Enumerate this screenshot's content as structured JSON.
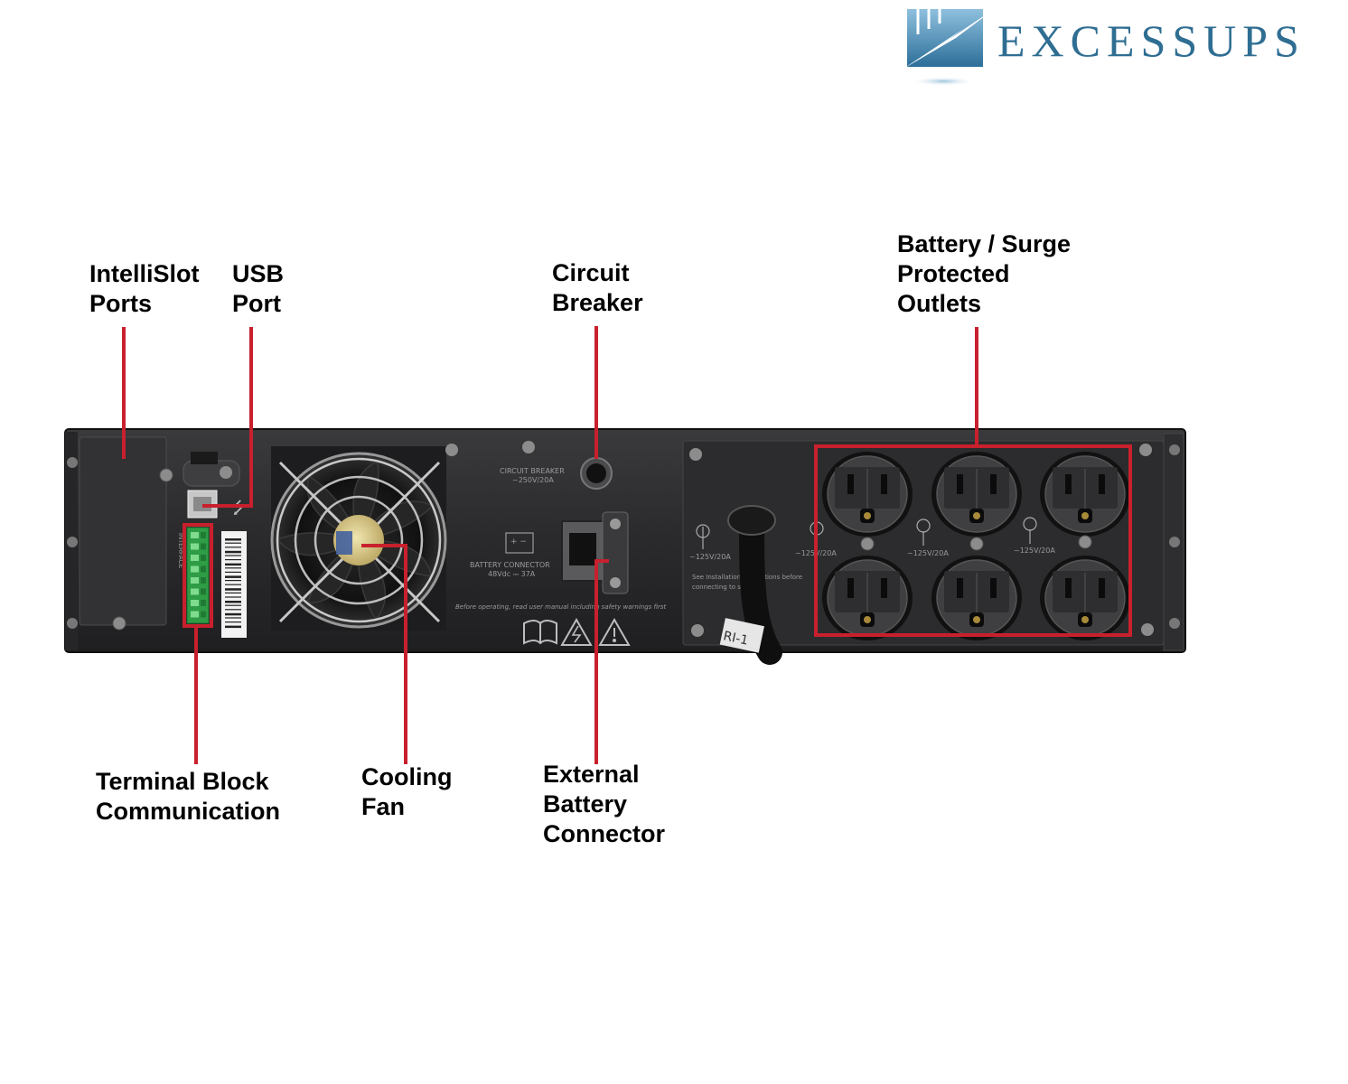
{
  "brand": {
    "name": "EXCESSUPS"
  },
  "callouts": {
    "intellislot": [
      "IntelliSlot",
      "Ports"
    ],
    "usb": [
      "USB",
      "Port"
    ],
    "breaker": [
      "Circuit",
      "Breaker"
    ],
    "outlets": [
      "Battery / Surge",
      "Protected",
      "Outlets"
    ],
    "terminal": [
      "Terminal Block",
      "Communication"
    ],
    "fan": [
      "Cooling",
      "Fan"
    ],
    "battery_connector": [
      "External",
      "Battery",
      "Connector"
    ]
  },
  "panel_labels": {
    "breaker_label": "CIRCUIT BREAKER",
    "breaker_rating": "~250V/20A",
    "battery_label": "BATTERY CONNECTOR",
    "battery_rating": "48Vdc ⎓ 37A",
    "warning": "Before operating, read user manual including safety warnings first",
    "interface": "INTERFACE",
    "outlet_rating": "~125V/20A",
    "install_note_1": "See Installation instructions before",
    "install_note_2": "connecting to supply",
    "cable_tag": "RI-1"
  },
  "colors": {
    "callout_line": "#c8202d",
    "chassis": "#2b2b2d",
    "chassis_dark": "#1c1c1e",
    "terminal_green": "#34b34a",
    "brand_blue": "#2f6e92"
  }
}
